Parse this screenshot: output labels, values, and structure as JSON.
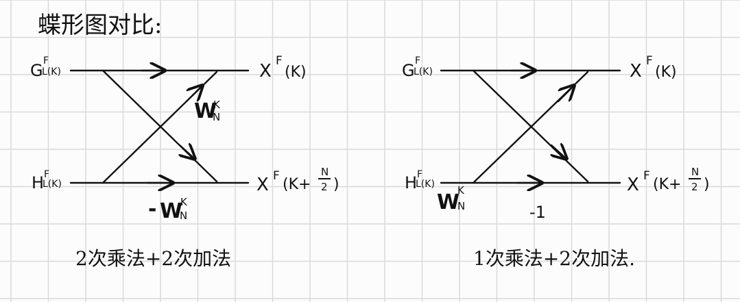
{
  "title": "蝶形图对比:",
  "left": {
    "inputs": {
      "g": "G",
      "g_sup": "F",
      "g_arg": "L(K)",
      "h": "H",
      "h_sup": "F",
      "h_arg": "L(K)"
    },
    "outputs": {
      "top": "X",
      "top_sup": "F",
      "top_arg": "(K)",
      "bottom": "X",
      "bottom_sup": "F",
      "bottom_arg": "(K+",
      "bottom_frac_num": "N",
      "bottom_frac_den": "2",
      "bottom_close": ")"
    },
    "weight_top": {
      "w": "W",
      "sup": "K",
      "sub": "N"
    },
    "weight_bottom": {
      "sign": "-",
      "w": "W",
      "sup": "K",
      "sub": "N"
    },
    "note": "2次乘法+2次加法"
  },
  "right": {
    "inputs": {
      "g": "G",
      "g_sup": "F",
      "g_arg": "L(K)",
      "h": "H",
      "h_sup": "F",
      "h_arg": "L(K)"
    },
    "outputs": {
      "top": "X",
      "top_sup": "F",
      "top_arg": "(K)",
      "bottom": "X",
      "bottom_sup": "F",
      "bottom_arg": "(K+",
      "bottom_frac_num": "N",
      "bottom_frac_den": "2",
      "bottom_close": ")"
    },
    "weight": {
      "w": "W",
      "sup": "K",
      "sub": "N"
    },
    "minus_one": "-1",
    "note": "1次乘法+2次加法."
  },
  "colors": {
    "ink": "#111111",
    "grid": "#d9d9d9",
    "paper": "#fcfcfc"
  }
}
